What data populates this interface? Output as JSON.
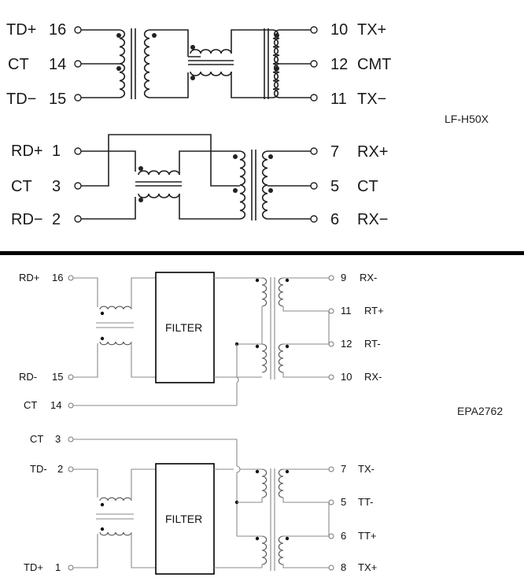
{
  "top_part": "LF-H50X",
  "bottom_part": "EPA2762",
  "top": {
    "td_pins": [
      {
        "label": "TD+",
        "num": "16"
      },
      {
        "label": "CT",
        "num": "14"
      },
      {
        "label": "TD−",
        "num": "15"
      }
    ],
    "tx_pins": [
      {
        "num": "10",
        "label": "TX+"
      },
      {
        "num": "12",
        "label": "CMT"
      },
      {
        "num": "11",
        "label": "TX−"
      }
    ],
    "rd_pins": [
      {
        "label": "RD+",
        "num": "1"
      },
      {
        "label": "CT",
        "num": "3"
      },
      {
        "label": "RD−",
        "num": "2"
      }
    ],
    "rx_pins": [
      {
        "num": "7",
        "label": "RX+"
      },
      {
        "num": "5",
        "label": "CT"
      },
      {
        "num": "6",
        "label": "RX−"
      }
    ]
  },
  "bottom": {
    "rx_left": [
      {
        "label": "RD+",
        "num": "16"
      },
      {
        "label": "RD-",
        "num": "15"
      },
      {
        "label": "CT",
        "num": "14"
      }
    ],
    "rx_right": [
      {
        "num": "9",
        "label": "RX-"
      },
      {
        "num": "11",
        "label": "RT+"
      },
      {
        "num": "12",
        "label": "RT-"
      },
      {
        "num": "10",
        "label": "RX-"
      }
    ],
    "tx_left": [
      {
        "label": "CT",
        "num": "3"
      },
      {
        "label": "TD-",
        "num": "2"
      },
      {
        "label": "TD+",
        "num": "1"
      }
    ],
    "tx_right": [
      {
        "num": "7",
        "label": "TX-"
      },
      {
        "num": "5",
        "label": "TT-"
      },
      {
        "num": "6",
        "label": "TT+"
      },
      {
        "num": "8",
        "label": "TX+"
      }
    ],
    "filter_label": "FILTER"
  }
}
